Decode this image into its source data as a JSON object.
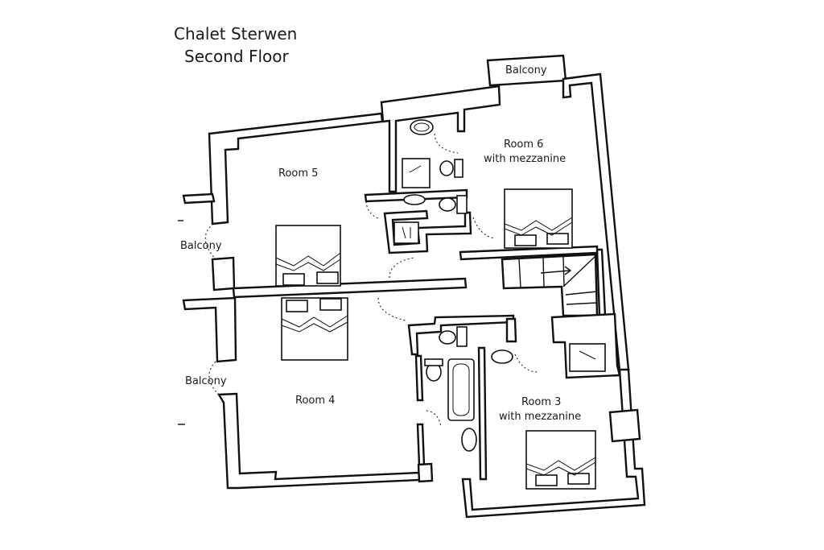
{
  "title": {
    "line1": "Chalet Sterwen",
    "line2": "Second Floor"
  },
  "rooms": {
    "room5": "Room 5",
    "room4": "Room 4",
    "room6_name": "Room 6",
    "room6_note": "with mezzanine",
    "room3_name": "Room 3",
    "room3_note": "with mezzanine"
  },
  "balconies": {
    "top": "Balcony",
    "left_upper": "Balcony",
    "left_lower": "Balcony"
  }
}
